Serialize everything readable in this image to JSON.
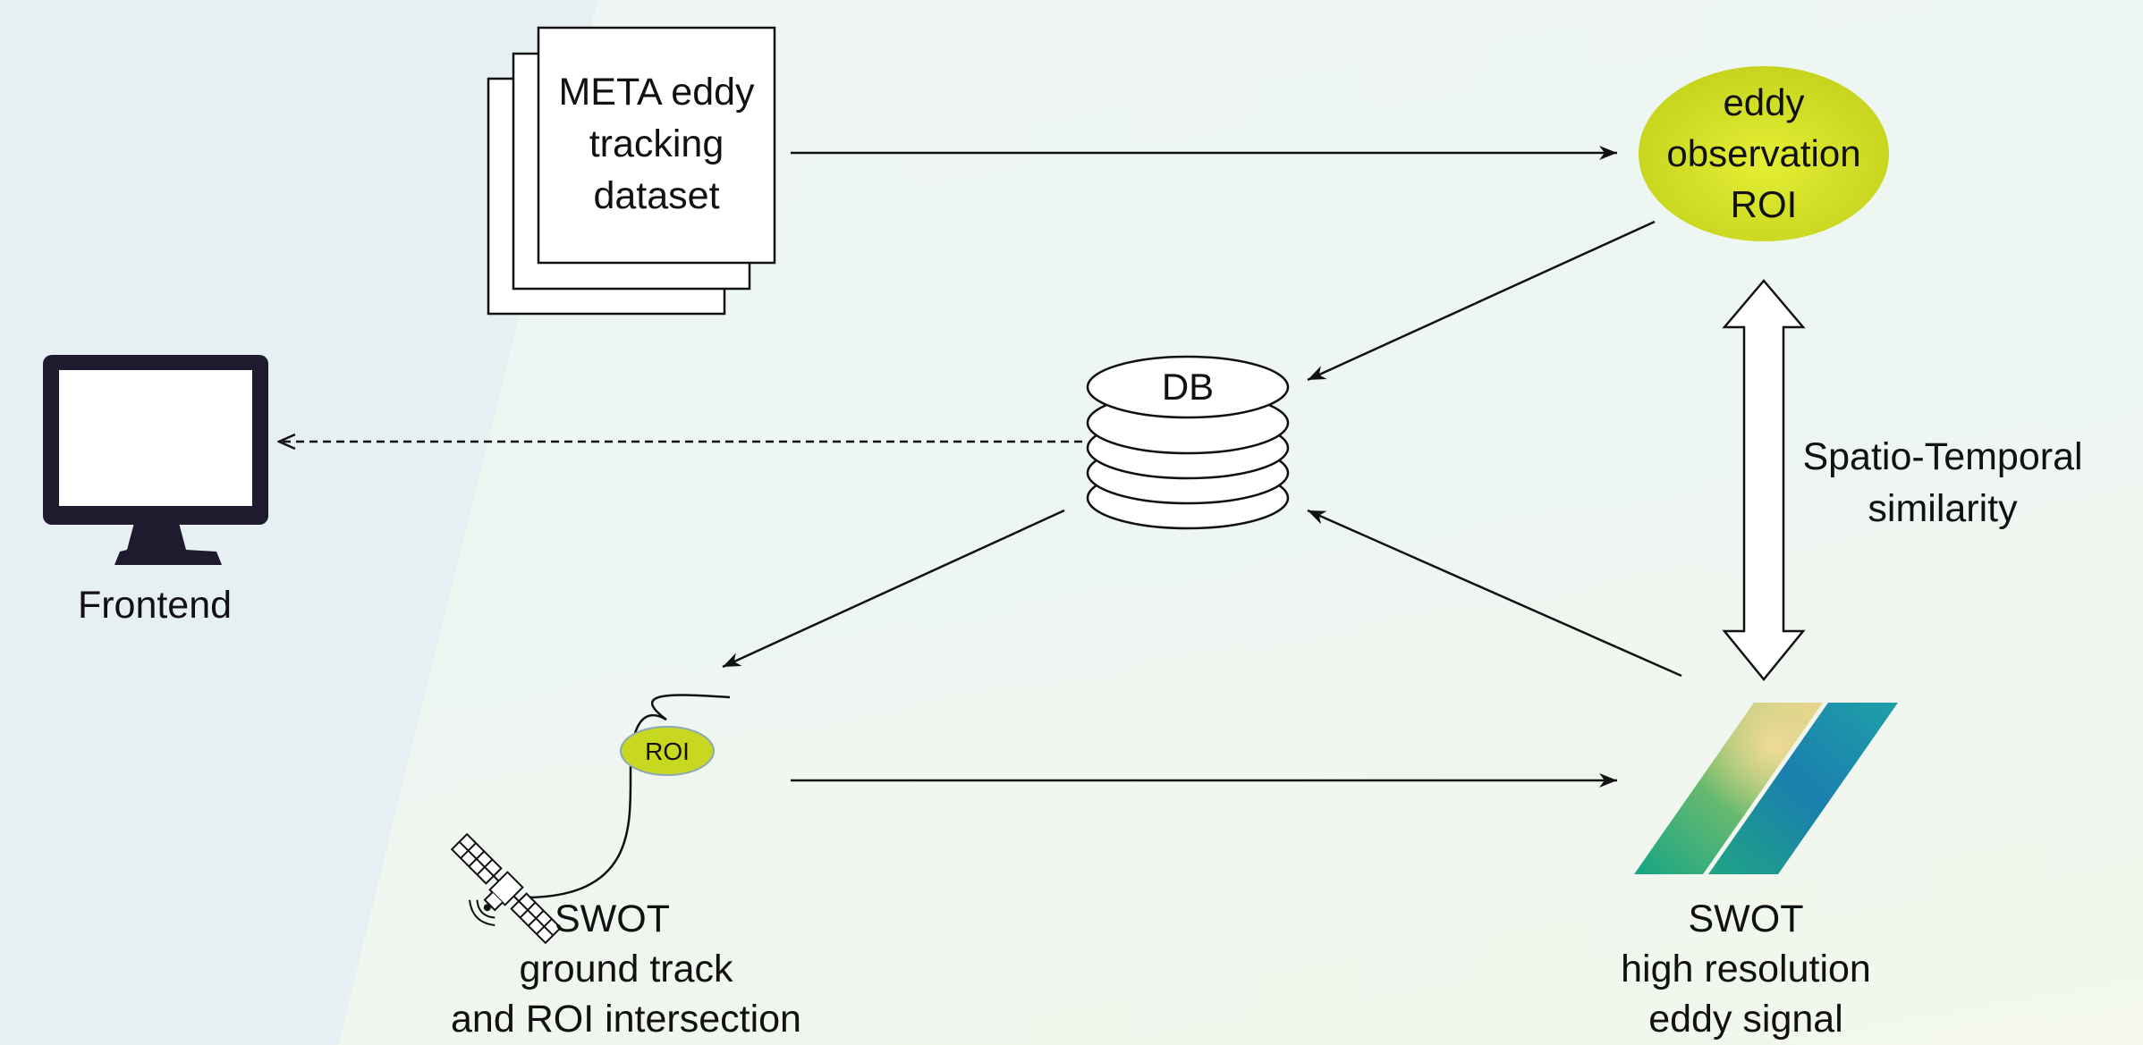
{
  "nodes": {
    "meta_dataset": {
      "lines": [
        "META eddy",
        "tracking",
        "dataset"
      ]
    },
    "eddy_roi": {
      "lines": [
        "eddy",
        "observation",
        "ROI"
      ]
    },
    "db": {
      "label": "DB"
    },
    "frontend": {
      "label": "Frontend"
    },
    "roi_tag": {
      "label": "ROI"
    },
    "swot_track": {
      "lines": [
        "SWOT",
        "ground track",
        "and ROI intersection"
      ]
    },
    "swot_signal": {
      "lines": [
        "SWOT",
        "high resolution",
        "eddy signal"
      ]
    }
  },
  "edges": {
    "similarity": {
      "lines": [
        "Spatio-Temporal",
        "similarity"
      ]
    }
  },
  "icons": {
    "monitor": "monitor-icon",
    "satellite": "satellite-icon",
    "database": "database-icon",
    "document_stack": "document-stack-icon",
    "swot_swath": "swot-swath-icon"
  },
  "colors": {
    "roi_fill": "#c8d820",
    "roi_fill_center": "#e4ee34",
    "swath_green": "#1aa587",
    "swath_blue": "#1a6cb8",
    "swath_highlight": "#f0d890",
    "monitor": "#1f1b2e",
    "stroke": "#111111",
    "background_left": "#e6eff1"
  }
}
